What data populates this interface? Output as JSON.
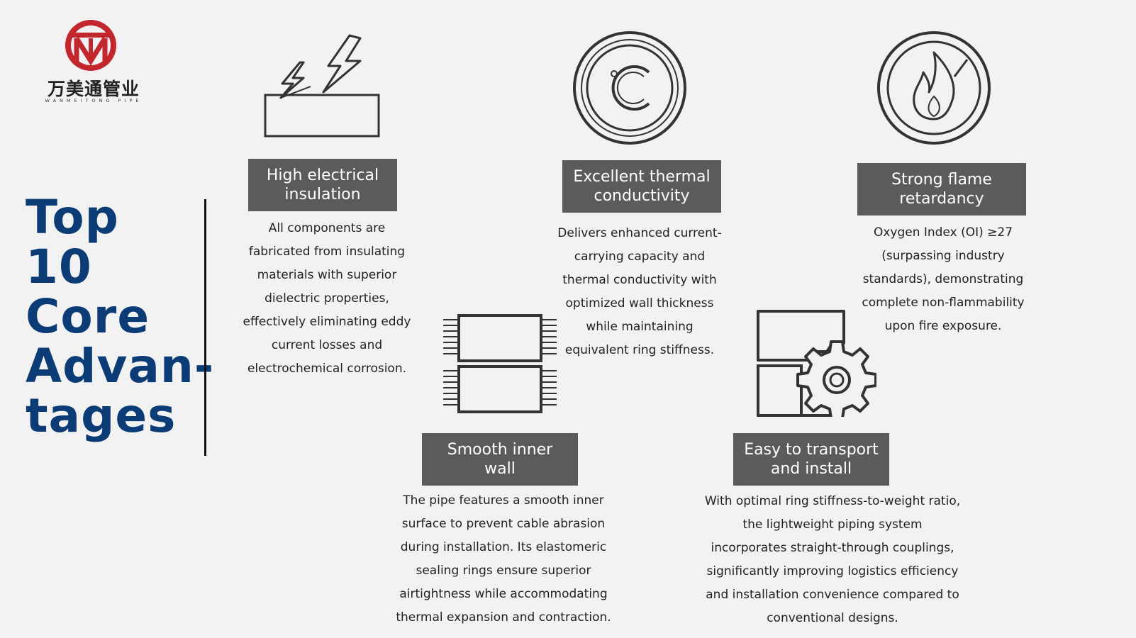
{
  "logo": {
    "name": "万美通管业",
    "subtitle": "WANMEITONG PIPE",
    "brand_color": "#c1272d"
  },
  "title": {
    "lines": [
      "Top",
      "10",
      "Core",
      "Advan-",
      "tages"
    ],
    "color": "#0b3c75"
  },
  "features": [
    {
      "icon": "lightning-bolt-icon",
      "label_lines": [
        "High electrical",
        "insulation"
      ],
      "description": "All components are fabricated from insulating materials with superior dielectric properties, effectively eliminating eddy current losses and electrochemical corrosion."
    },
    {
      "icon": "celsius-thermometer-icon",
      "label_lines": [
        "Excellent thermal",
        "conductivity"
      ],
      "description": "Delivers enhanced current-carrying capacity and thermal conductivity with optimized wall thickness while maintaining equivalent ring stiffness."
    },
    {
      "icon": "no-fire-icon",
      "label_lines": [
        "Strong flame",
        "retardancy"
      ],
      "description": "Oxygen Index (OI) ≥27 (surpassing industry standards), demonstrating complete non-flammability upon fire exposure."
    },
    {
      "icon": "pipe-wall-icon",
      "label_lines": [
        "Smooth inner",
        "wall"
      ],
      "description": "The pipe features a smooth inner surface to prevent cable abrasion during installation. Its elastomeric sealing rings ensure superior airtightness while accommodating thermal expansion and contraction."
    },
    {
      "icon": "gear-coupling-icon",
      "label_lines": [
        "Easy to transport",
        "and install"
      ],
      "description": "With optimal ring stiffness-to-weight ratio, the lightweight piping system incorporates straight-through couplings, significantly improving logistics efficiency and installation convenience compared to conventional designs."
    }
  ],
  "colors": {
    "label_bg": "#5b5b5b",
    "label_text": "#ffffff",
    "background": "#f2f2f2"
  }
}
